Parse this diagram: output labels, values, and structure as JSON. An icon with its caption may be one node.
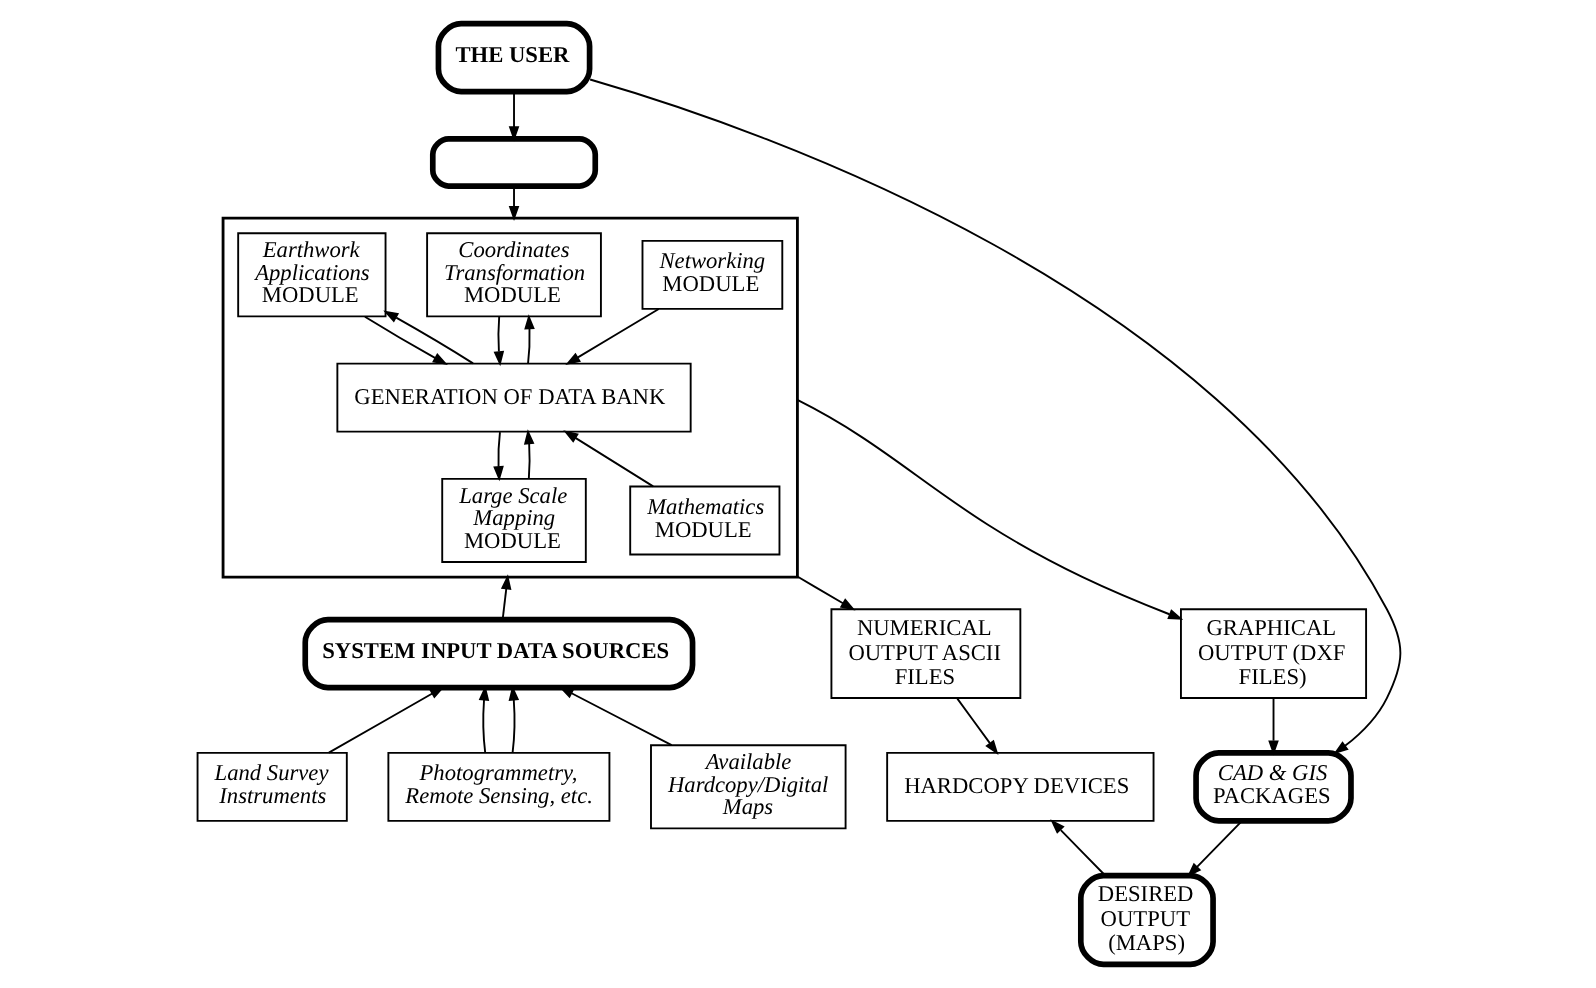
{
  "diagram": {
    "nodes": [
      {
        "text": [
          "THE USER"
        ]
      },
      {
        "text": [],
        "shape": "box"
      },
      {
        "text": [],
        "shape": "box"
      },
      {
        "text": [
          "Networking",
          "MODULE"
        ],
        "in": 2
      },
      {
        "text": [
          "Coordinates Transformation",
          "MODULE"
        ],
        "in": 2
      },
      {
        "text": [
          "Earthwork Applications",
          "MODULE"
        ],
        "in": 2
      },
      {
        "text": [
          "GENERATION OF DATA BANK"
        ],
        "in": 2
      },
      {
        "text": [
          "Large Scale Mapping",
          "MODULE"
        ],
        "in": 2
      },
      {
        "text": [
          "Mathematics",
          "MODULE"
        ],
        "in": 2
      },
      {
        "text": [
          "GRAPHICAL OUTPUT (DXF FILES)"
        ]
      },
      {
        "text": [
          "CAD & GIS",
          "PACKAGES"
        ]
      },
      {
        "text": [
          "DESIRED OUTPUT (MAPS)"
        ]
      },
      {
        "text": [
          "NUMERICAL OUTPUT ASCII FILES"
        ]
      },
      {
        "text": [
          "HARDCOPY DEVICES"
        ]
      },
      {
        "text": [
          "SYSTEM INPUT DATA SOURCES"
        ]
      },
      {
        "text": [
          "Land Survey Instruments"
        ]
      },
      {
        "text": [
          "Photogrammetry, Remote Sensing, etc."
        ]
      },
      {
        "text": [
          "Available Hardcopy/Digital Maps"
        ]
      }
    ],
    "edges": [
      {
        "from": 0,
        "to": 1,
        "arrow": "to"
      },
      {
        "from": 0,
        "to": 10,
        "arrow": "to"
      },
      {
        "from": 1,
        "to": 2,
        "arrow": "to"
      },
      {
        "from": 3,
        "to": 6,
        "arrow": "to"
      },
      {
        "from": 6,
        "to": 4,
        "arrow": "to"
      },
      {
        "from": 4,
        "to": 6,
        "arrow": "to"
      },
      {
        "from": 5,
        "to": 6,
        "arrow": "to"
      },
      {
        "from": 6,
        "to": 5,
        "arrow": "to"
      },
      {
        "from": 6,
        "to": 7,
        "arrow": "to"
      },
      {
        "from": 7,
        "to": 6,
        "arrow": "to"
      },
      {
        "from": 8,
        "to": 6,
        "arrow": "to"
      },
      {
        "from": 2,
        "to": 9,
        "arrow": "to"
      },
      {
        "from": 9,
        "to": 10,
        "arrow": "to"
      },
      {
        "from": 10,
        "to": 11,
        "arrow": "to"
      },
      {
        "from": 2,
        "to": 12,
        "arrow": "to"
      },
      {
        "from": 12,
        "to": 13,
        "arrow": "to"
      },
      {
        "from": 11,
        "to": 13,
        "arrow": "to"
      },
      {
        "from": 14,
        "to": 2,
        "arrow": "to"
      },
      {
        "from": 15,
        "to": 14,
        "arrow": "to"
      },
      {
        "from": 16,
        "to": 14,
        "arrow": "to"
      },
      {
        "from": 16,
        "to": 14,
        "arrow": "to"
      },
      {
        "from": 17,
        "to": 14,
        "arrow": "to"
      }
    ]
  }
}
